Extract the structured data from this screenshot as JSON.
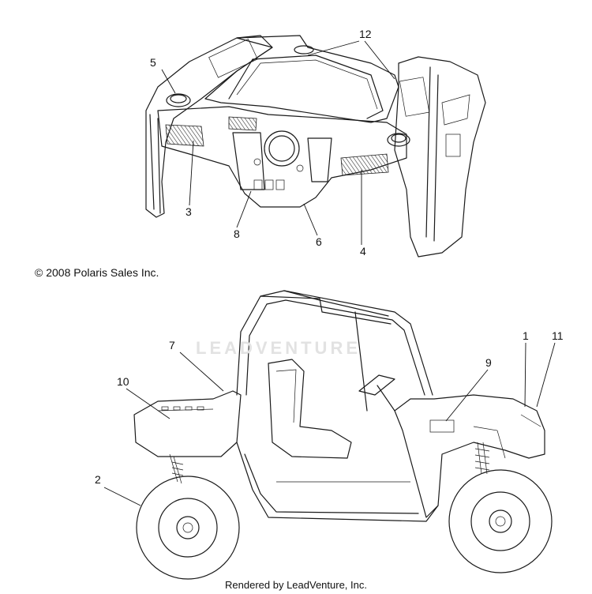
{
  "copyright": "© 2008 Polaris Sales Inc.",
  "footer": "Rendered by LeadVenture, Inc.",
  "watermark": "LEADVENTURE",
  "callouts": {
    "c1": "1",
    "c2": "2",
    "c3": "3",
    "c4": "4",
    "c5": "5",
    "c6": "6",
    "c7": "7",
    "c8": "8",
    "c9": "9",
    "c10": "10",
    "c11": "11",
    "c12": "12"
  }
}
